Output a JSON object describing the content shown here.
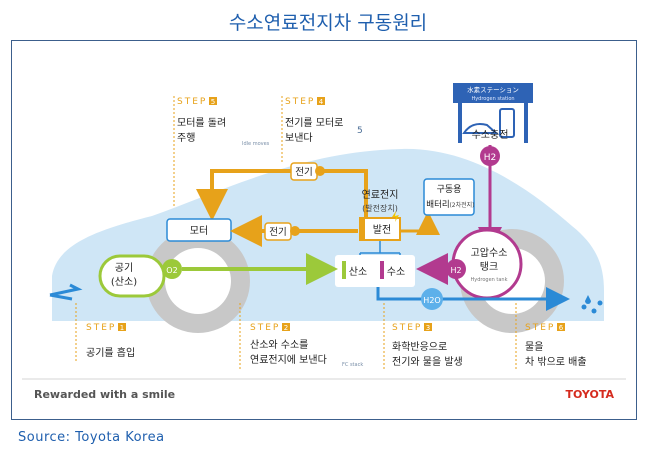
{
  "title": "수소연료전지차 구동원리",
  "source": "Source: Toyota Korea",
  "footer": {
    "tagline": "Rewarded with a smile",
    "brand": "TOYOTA"
  },
  "station": {
    "sign_line1": "水素ステーション",
    "sign_line2": "Hydrogen station",
    "label": "수소충전"
  },
  "steps": [
    {
      "label": "STEP",
      "number": "1",
      "text_lines": [
        "공기를 흡입"
      ]
    },
    {
      "label": "STEP",
      "number": "2",
      "text_lines": [
        "산소와 수소를",
        "연료전지에 보낸다"
      ]
    },
    {
      "label": "STEP",
      "number": "3",
      "text_lines": [
        "화학반응으로",
        "전기와 물을 발생"
      ]
    },
    {
      "label": "STEP",
      "number": "4",
      "text_lines": [
        "전기를 모터로",
        "보낸다"
      ]
    },
    {
      "label": "STEP",
      "number": "5",
      "text_lines": [
        "모터를 돌려",
        "주행"
      ]
    },
    {
      "label": "STEP",
      "number": "6",
      "text_lines": [
        "물을",
        "차 밖으로 배출"
      ]
    }
  ],
  "components": {
    "air": [
      "공기",
      "(산소)"
    ],
    "o2": "O2",
    "motor": "모터",
    "electricity_top": "전기",
    "electricity_mid": "전기",
    "fuel_cell_title": "연료전지",
    "fuel_cell_sub": "(발전장치)",
    "generation": "발전",
    "battery_line1": "구동용",
    "battery_line2": "배터리",
    "battery_sub": "(2차전지)",
    "oxygen": "산소",
    "hydrogen": "수소",
    "h2": "H2",
    "h2o": "H2O",
    "tank_line1": "고압수소",
    "tank_line2": "탱크",
    "tank_sub": "Hydrogen tank",
    "small_motor_note": "Idle moves",
    "small_stack_note": "FC stack",
    "small_num": "5"
  },
  "colors": {
    "orange": "#e7a21a",
    "green": "#9cc93a",
    "purple": "#b23a8f",
    "blue": "#2b8ad6",
    "car_body": "#cfe6f6",
    "title_blue": "#1f5fae"
  }
}
